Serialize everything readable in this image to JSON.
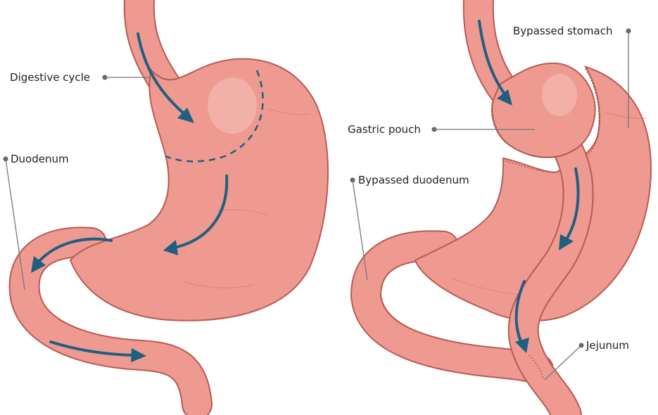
{
  "labels": {
    "digestive_cycle": "Digestive cycle",
    "duodenum": "Duodenum",
    "bypassed_stomach": "Bypassed stomach",
    "gastric_pouch": "Gastric pouch",
    "bypassed_duodenum": "Bypassed duodenum",
    "jejunum": "Jejunum"
  },
  "colors": {
    "tissue": "#ee9a90",
    "tissue_outline": "#b85a55",
    "arrow": "#1f5f80",
    "leader": "#777777"
  }
}
